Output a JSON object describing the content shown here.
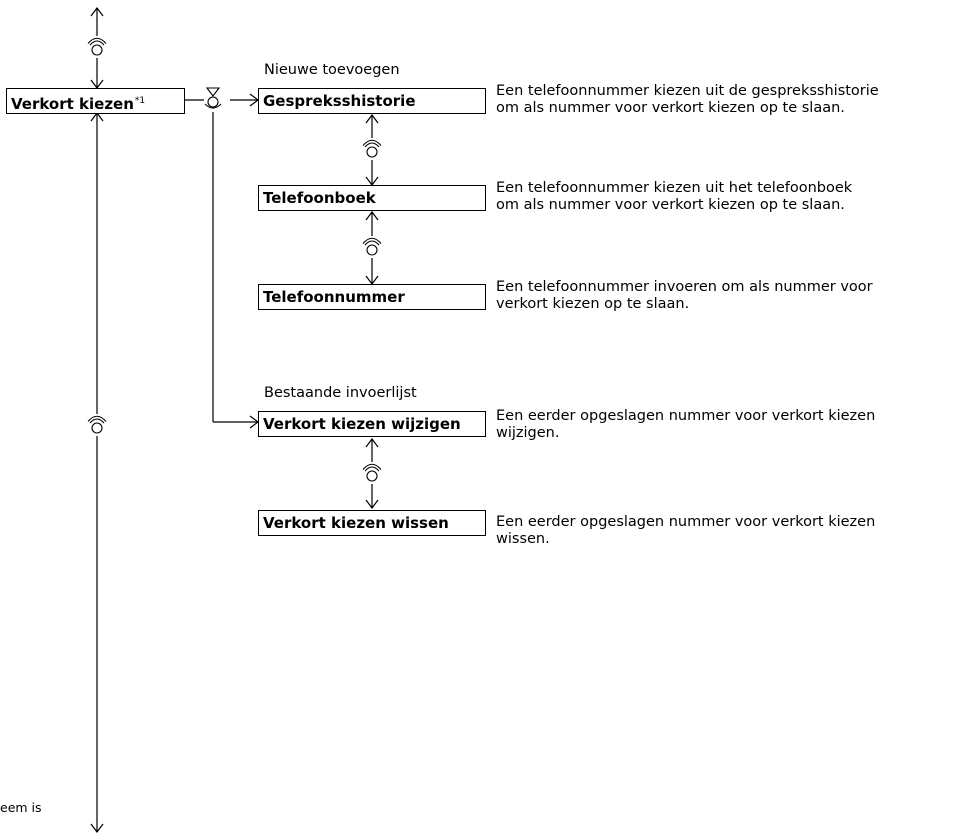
{
  "root": {
    "label": "Verkort kiezen",
    "footnote_mark": "*1"
  },
  "sections": {
    "new": "Nieuwe toevoegen",
    "existing": "Bestaande invoerlijst"
  },
  "items": [
    {
      "label": "Gespreksshistorie",
      "desc": [
        "Een telefoonnummer kiezen uit de gespreksshistorie",
        "om als nummer voor verkort kiezen op te slaan."
      ]
    },
    {
      "label": "Telefoonboek",
      "desc": [
        "Een telefoonnummer kiezen uit het telefoonboek",
        "om als nummer voor verkort kiezen op te slaan."
      ]
    },
    {
      "label": "Telefoonnummer",
      "desc": [
        "Een telefoonnummer invoeren om als nummer voor",
        "verkort kiezen op te slaan."
      ]
    },
    {
      "label": "Verkort kiezen wijzigen",
      "desc": [
        "Een eerder opgeslagen nummer voor verkort kiezen",
        "wijzigen."
      ]
    },
    {
      "label": "Verkort kiezen wissen",
      "desc": [
        "Een eerder opgeslagen nummer voor verkort kiezen",
        "wissen."
      ]
    }
  ],
  "footnote_fragment": "eem is",
  "icons": {
    "rotate": "rotate-knob-icon",
    "select": "press-select-icon"
  }
}
